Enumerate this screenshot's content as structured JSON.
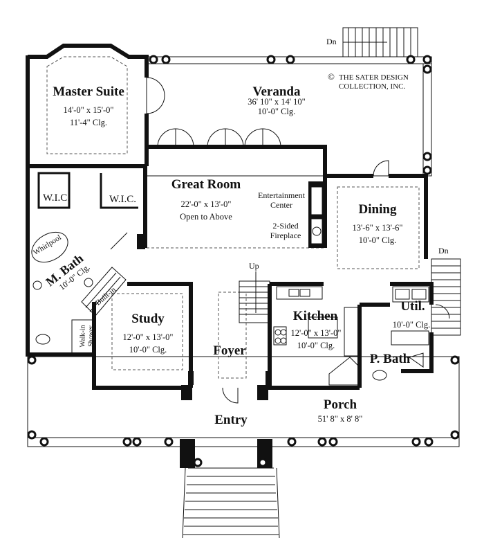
{
  "copyright": "THE SATER DESIGN COLLECTION, INC.",
  "copyright_symbol": "©",
  "stair_labels": {
    "down_top": "Dn",
    "down_right": "Dn",
    "up": "Up"
  },
  "rooms": {
    "master_suite": {
      "name": "Master Suite",
      "size": "14'-0\" x 15'-0\"",
      "ceiling": "11'-4\" Clg."
    },
    "veranda": {
      "name": "Veranda",
      "size": "36' 10\" x 14' 10\"",
      "ceiling": "10'-0\" Clg."
    },
    "great_room": {
      "name": "Great Room",
      "size": "22'-0\" x 13'-0\"",
      "note": "Open to Above"
    },
    "entertainment_center": "Entertainment Center",
    "fireplace": "2-Sided Fireplace",
    "dining": {
      "name": "Dining",
      "size": "13'-6\" x 13'-6\"",
      "ceiling": "10'-0\" Clg."
    },
    "wic_left": "W.I.C.",
    "wic_right": "W.I.C.",
    "whirlpool": "Whirlpool",
    "m_bath": {
      "name": "M. Bath",
      "ceiling": "10'-0\" Clg."
    },
    "built_in": "Built-in",
    "walk_in_shower": "Walk-in Shower",
    "study": {
      "name": "Study",
      "size": "12'-0\" x 13'-0\"",
      "ceiling": "10'-0\" Clg."
    },
    "foyer": {
      "name": "Foyer"
    },
    "kitchen": {
      "name": "Kitchen",
      "size": "12'-0\" x 13'-0\"",
      "ceiling": "10'-0\" Clg."
    },
    "util": {
      "name": "Util.",
      "ceiling": "10'-0\" Clg."
    },
    "p_bath": {
      "name": "P. Bath"
    },
    "porch": {
      "name": "Porch",
      "size": "51' 8\" x 8' 8\""
    },
    "entry": {
      "name": "Entry"
    }
  }
}
